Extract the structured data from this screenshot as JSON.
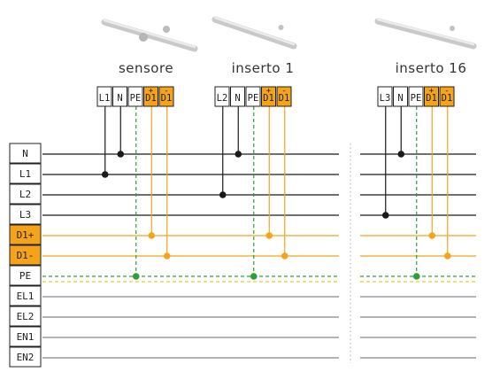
{
  "colors": {
    "black": "#1a1a1a",
    "orange": "#f5a41a",
    "green": "#2e9e3a",
    "yellow": "#f0d020",
    "grey": "#888888",
    "box_border": "#222222"
  },
  "buses": [
    {
      "label": "N",
      "kind": "black",
      "highlight": false
    },
    {
      "label": "L1",
      "kind": "black",
      "highlight": false
    },
    {
      "label": "L2",
      "kind": "black",
      "highlight": false
    },
    {
      "label": "L3",
      "kind": "black",
      "highlight": false
    },
    {
      "label": "D1+",
      "kind": "orange",
      "highlight": true
    },
    {
      "label": "D1-",
      "kind": "orange",
      "highlight": true
    },
    {
      "label": "PE",
      "kind": "pe",
      "highlight": false
    },
    {
      "label": "EL1",
      "kind": "grey",
      "highlight": false
    },
    {
      "label": "EL2",
      "kind": "grey",
      "highlight": false
    },
    {
      "label": "EN1",
      "kind": "grey",
      "highlight": false
    },
    {
      "label": "EN2",
      "kind": "grey",
      "highlight": false
    }
  ],
  "modules": [
    {
      "title": "sensore",
      "terminals": [
        {
          "label": "L1",
          "bus": "L1",
          "kind": "black",
          "highlight": false,
          "sup": ""
        },
        {
          "label": "N",
          "bus": "N",
          "kind": "black",
          "highlight": false,
          "sup": ""
        },
        {
          "label": "PE",
          "bus": "PE",
          "kind": "pe",
          "highlight": false,
          "sup": ""
        },
        {
          "label": "D1",
          "bus": "D1+",
          "kind": "orange",
          "highlight": true,
          "sup": "+"
        },
        {
          "label": "D1",
          "bus": "D1-",
          "kind": "orange",
          "highlight": true,
          "sup": "-"
        }
      ]
    },
    {
      "title": "inserto 1",
      "terminals": [
        {
          "label": "L2",
          "bus": "L2",
          "kind": "black",
          "highlight": false,
          "sup": ""
        },
        {
          "label": "N",
          "bus": "N",
          "kind": "black",
          "highlight": false,
          "sup": ""
        },
        {
          "label": "PE",
          "bus": "PE",
          "kind": "pe",
          "highlight": false,
          "sup": ""
        },
        {
          "label": "D1",
          "bus": "D1+",
          "kind": "orange",
          "highlight": true,
          "sup": "+"
        },
        {
          "label": "D1",
          "bus": "D1-",
          "kind": "orange",
          "highlight": true,
          "sup": "-"
        }
      ]
    },
    {
      "title": "inserto 16",
      "terminals": [
        {
          "label": "L3",
          "bus": "L3",
          "kind": "black",
          "highlight": false,
          "sup": ""
        },
        {
          "label": "N",
          "bus": "N",
          "kind": "black",
          "highlight": false,
          "sup": ""
        },
        {
          "label": "PE",
          "bus": "PE",
          "kind": "pe",
          "highlight": false,
          "sup": ""
        },
        {
          "label": "D1",
          "bus": "D1+",
          "kind": "orange",
          "highlight": true,
          "sup": "+"
        },
        {
          "label": "D1",
          "bus": "D1-",
          "kind": "orange",
          "highlight": true,
          "sup": "-"
        }
      ]
    }
  ]
}
